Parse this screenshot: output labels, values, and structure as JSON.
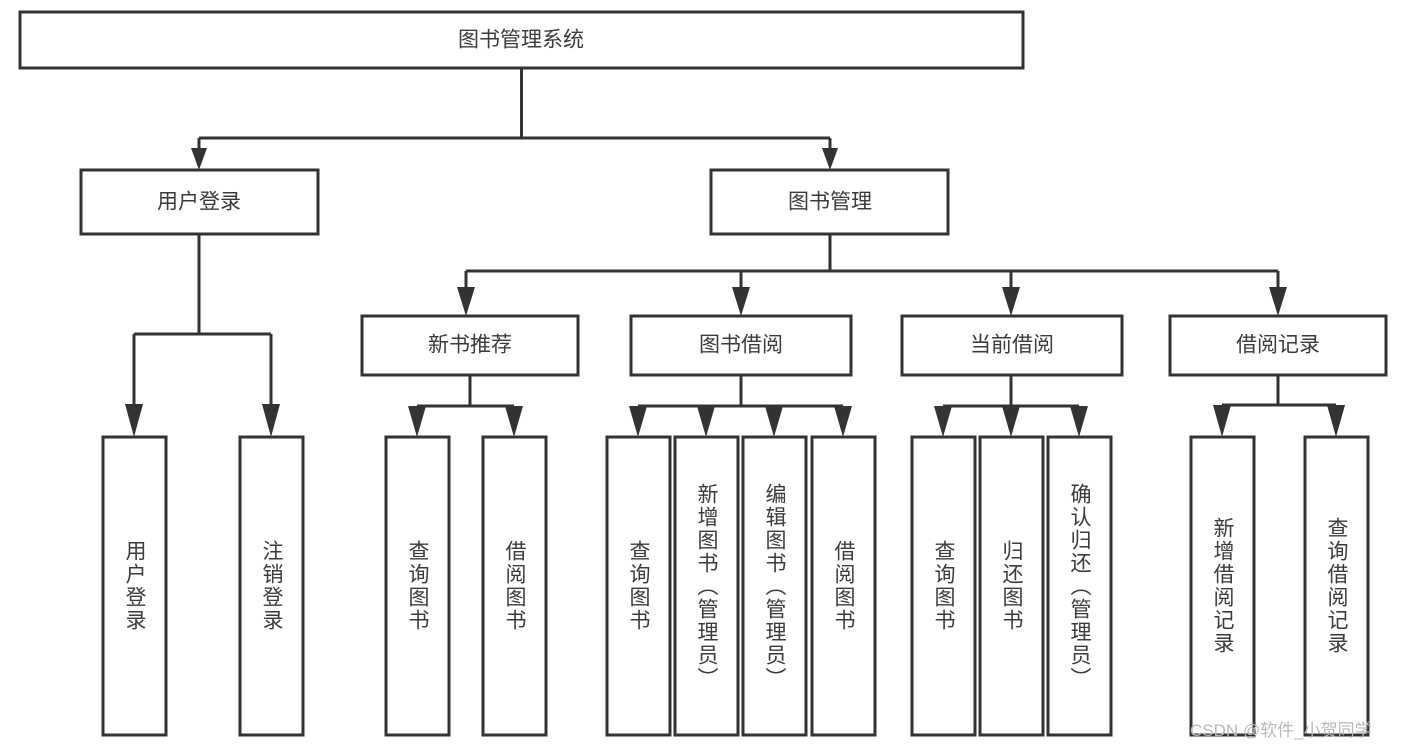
{
  "diagram": {
    "type": "tree-hierarchy",
    "title": "图书管理系统",
    "orientation": "top-down",
    "colors": {
      "box_stroke": "#333333",
      "box_fill": "#ffffff",
      "text": "#3b3b3b",
      "watermark": "#b9b9b9",
      "background": "#ffffff"
    },
    "root": {
      "label": "图书管理系统",
      "name": "root-node"
    },
    "level2": [
      {
        "label": "用户登录",
        "name": "node-user-login"
      },
      {
        "label": "图书管理",
        "name": "node-book-management"
      }
    ],
    "level3": [
      {
        "label": "新书推荐",
        "name": "node-new-book-recommend",
        "parent": "图书管理"
      },
      {
        "label": "图书借阅",
        "name": "node-book-borrow",
        "parent": "图书管理"
      },
      {
        "label": "当前借阅",
        "name": "node-current-borrow",
        "parent": "图书管理"
      },
      {
        "label": "借阅记录",
        "name": "node-borrow-record",
        "parent": "图书管理"
      }
    ],
    "leaves": {
      "user_login": [
        {
          "label": "用户登录",
          "name": "leaf-user-login"
        },
        {
          "label": "注销登录",
          "name": "leaf-logout"
        }
      ],
      "new_book_recommend": [
        {
          "label": "查询图书",
          "name": "leaf-query-book-1"
        },
        {
          "label": "借阅图书",
          "name": "leaf-borrow-book-1"
        }
      ],
      "book_borrow": [
        {
          "label": "查询图书",
          "name": "leaf-query-book-2"
        },
        {
          "label": "新增图书（管理员）",
          "name": "leaf-add-book-admin"
        },
        {
          "label": "编辑图书（管理员）",
          "name": "leaf-edit-book-admin"
        },
        {
          "label": "借阅图书",
          "name": "leaf-borrow-book-2"
        }
      ],
      "current_borrow": [
        {
          "label": "查询图书",
          "name": "leaf-query-book-3"
        },
        {
          "label": "归还图书",
          "name": "leaf-return-book"
        },
        {
          "label": "确认归还（管理员）",
          "name": "leaf-confirm-return-admin"
        }
      ],
      "borrow_record": [
        {
          "label": "新增借阅记录",
          "name": "leaf-add-borrow-record"
        },
        {
          "label": "查询借阅记录",
          "name": "leaf-query-borrow-record"
        }
      ]
    },
    "watermark": "CSDN @软件_小贺同学"
  }
}
